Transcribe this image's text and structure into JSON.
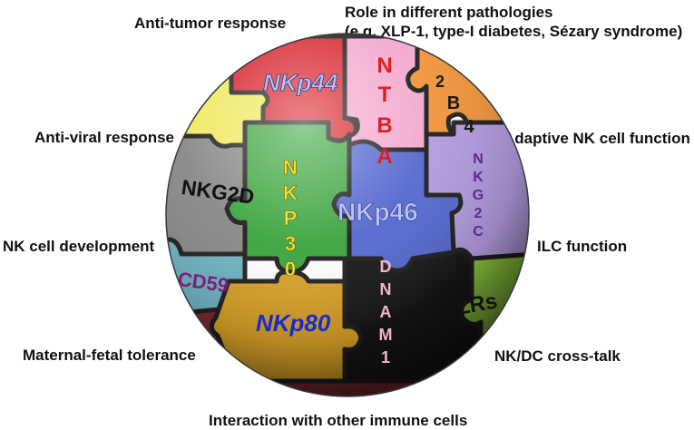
{
  "labels": {
    "anti_tumor": "Anti-tumor response",
    "pathologies_line1": "Role in different pathologies",
    "pathologies_line2": "(e.g. XLP-1, type-I diabetes, Sézary syndrome)",
    "anti_viral": "Anti-viral response",
    "adaptive": "Adaptive NK cell function",
    "nk_development": "NK cell development",
    "ilc": "ILC function",
    "maternal": "Maternal-fetal tolerance",
    "nk_dc": "NK/DC cross-talk",
    "interaction": "Interaction with other immune cells"
  },
  "pieces": {
    "nkp44": "NKp44",
    "ntba": [
      "N",
      "T",
      "B",
      "A"
    ],
    "b2b4": [
      "2",
      "B",
      "4"
    ],
    "nkg2d": "NKG2D",
    "nkp30": [
      "N",
      "K",
      "P",
      "3",
      "0"
    ],
    "nkp46": "NKp46",
    "nkg2c": [
      "N",
      "K",
      "G",
      "2",
      "C"
    ],
    "cd59": "CD59",
    "dnam1": [
      "D",
      "N",
      "A",
      "M",
      "1"
    ],
    "nkp80": "NKp80",
    "tlrs": "TLRs"
  },
  "colors": {
    "red": "#d8232c",
    "pink": "#f3a9cf",
    "orange": "#f2953a",
    "yellow": "#efe95f",
    "gray": "#8a8886",
    "green": "#3aa43c",
    "blue": "#5467cf",
    "lavender": "#b49be0",
    "teal": "#6fb3c4",
    "gold": "#d9a227",
    "black": "#161616",
    "lime": "#8cc63e",
    "maroon": "#7a2a2e",
    "purple": "#7a1f7a"
  }
}
